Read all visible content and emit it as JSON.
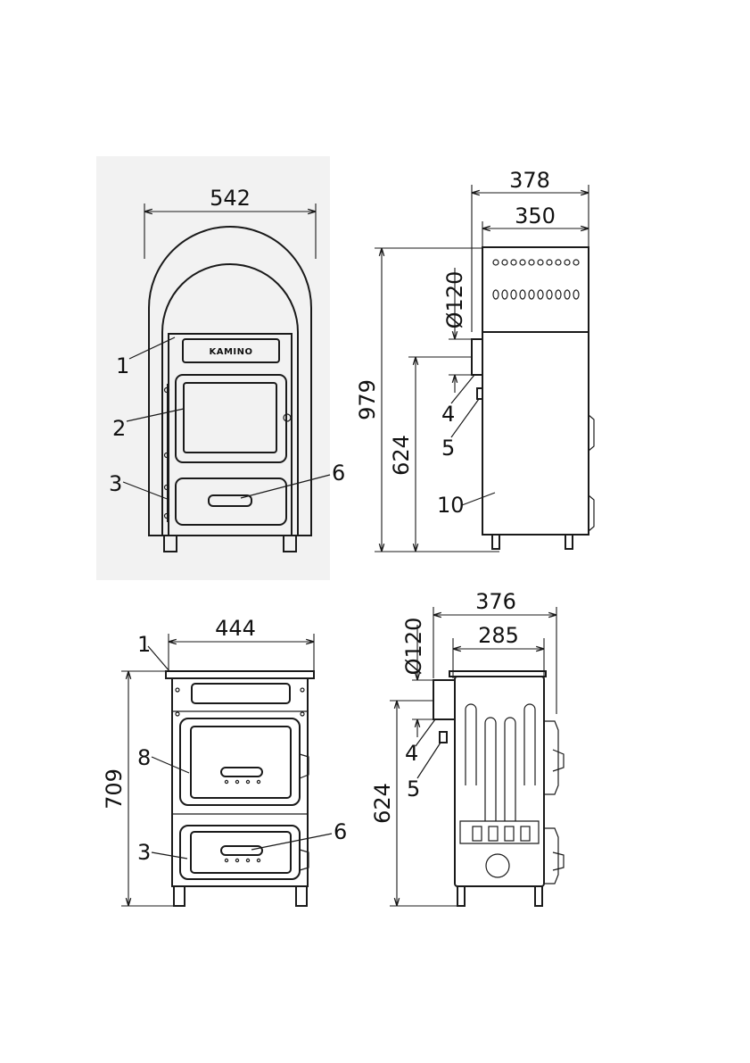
{
  "brand": {
    "logo_text": "KAMINO"
  },
  "front_view": {
    "width_label": "542",
    "callouts": [
      "1",
      "2",
      "3",
      "6"
    ]
  },
  "side_view": {
    "depth_outer_label": "378",
    "depth_inner_label": "350",
    "height_label": "979",
    "flue_height_label": "624",
    "flue_diameter_label": "Ø120",
    "callouts": [
      "4",
      "5",
      "10"
    ]
  },
  "front_view_2": {
    "width_label": "444",
    "height_label": "709",
    "callouts": [
      "1",
      "8",
      "3",
      "6"
    ]
  },
  "side_view_2": {
    "depth_outer_label": "376",
    "depth_inner_label": "285",
    "flue_height_label": "624",
    "flue_diameter_label": "Ø120",
    "callouts": [
      "4",
      "5"
    ]
  }
}
